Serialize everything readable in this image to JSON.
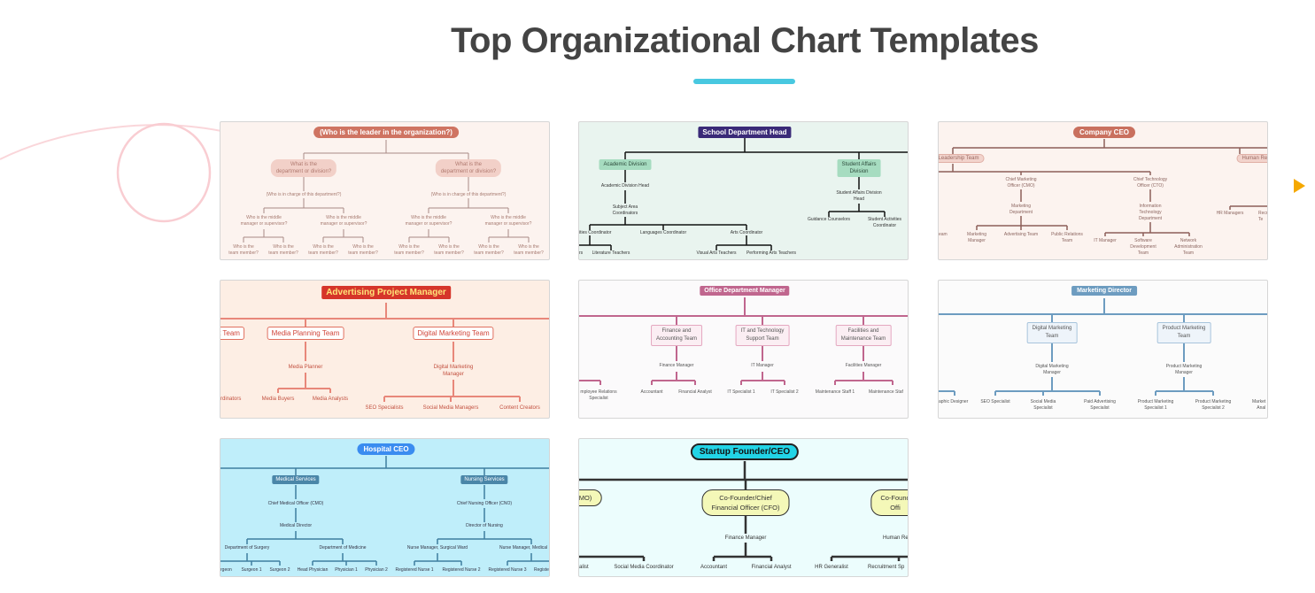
{
  "page": {
    "title": "Top Organizational Chart Templates"
  },
  "colors": {
    "accent": "#48c8e0",
    "arrow": "#f5a800"
  },
  "icons": {
    "next": "next-arrow-icon"
  },
  "cards": [
    {
      "root": "(Who is the leader in the organization?)",
      "items": [
        "What is the\ndepartment or division?",
        "What is the\ndepartment or division?",
        "(Who is in charge of this department?)",
        "(Who is in charge of this department?)",
        "Who is the middle\nmanager or supervisor?",
        "Who is the middle\nmanager or supervisor?",
        "Who is the middle\nmanager or supervisor?",
        "Who is the middle\nmanager or supervisor?",
        "Who is the\nteam member?",
        "Who is the\nteam member?",
        "Who is the\nteam member?",
        "Who is the\nteam member?",
        "Who is the\nteam member?",
        "Who is the\nteam member?",
        "Who is the\nteam member?",
        "Who is the\nteam member?"
      ]
    },
    {
      "root": "School Department Head",
      "items": [
        "Academic Division",
        "Student Affairs\nDivision",
        "Academic Division Head",
        "Subject Area\nCoordinators",
        "ities Coordinator",
        "Languages Coordinator",
        "Arts Coordinator",
        "rs",
        "Literature Teachers",
        "Visual Arts Teachers",
        "Performing Arts Teachers",
        "Student Affairs Division\nHead",
        "Guidance Counselors",
        "Student Activities\nCoordinator"
      ]
    },
    {
      "root": "Company CEO",
      "items": [
        "e Leadership Team",
        "Human Reso",
        "Chief Marketing\nOfficer (CMO)",
        "Marketing\nDepartment",
        "eam",
        "Marketing\nManager",
        "Advertising Team",
        "Public Relations\nTeam",
        "Chief Technology\nOfficer (CTO)",
        "Information\nTechnology\nDepartment",
        "IT Manager",
        "Software\nDevelopment\nTeam",
        "Network\nAdministration\nTeam",
        "HR Managers",
        "Recru\nTe"
      ]
    },
    {
      "root": "Advertising Project Manager",
      "items": [
        "t Team",
        "Media Planning Team",
        "Digital Marketing Team",
        "Media Planner",
        "rdinators",
        "Media Buyers",
        "Media Analysts",
        "Digital Marketing\nManager",
        "SEO Specialists",
        "Social Media Managers",
        "Content Creators"
      ]
    },
    {
      "root": "Office Department Manager",
      "items": [
        "Finance and\nAccounting Team",
        "IT and Technology\nSupport Team",
        "Facilities and\nMaintenance Team",
        "Finance Manager",
        "IT Manager",
        "Facilities Manager",
        "mployee Relations\nSpecialist",
        "Accountant",
        "Financial Analyst",
        "IT Specialist 1",
        "IT Specialist 2",
        "Maintenance Staff 1",
        "Maintenance Staf"
      ]
    },
    {
      "root": "Marketing Director",
      "items": [
        "Digital Marketing\nTeam",
        "Product Marketing\nTeam",
        "Digital Marketing\nManager",
        "Product Marketing\nManager",
        "aphic Designer",
        "SEO Specialist",
        "Social Media\nSpecialist",
        "Paid Advertising\nSpecialist",
        "Product Marketing\nSpecialist 1",
        "Product Marketing\nSpecialist 2",
        "Market\nAnal"
      ]
    },
    {
      "root": "Hospital CEO",
      "items": [
        "Medical Services",
        "Nursing Services",
        "Chief Medical Officer (CMO)",
        "Medical Director",
        "Department of Surgery",
        "Department of Medicine",
        "rgeon",
        "Surgeon 1",
        "Surgeon 2",
        "Head Physician",
        "Physician 1",
        "Physician 2",
        "Chief Nursing Officer (CNO)",
        "Director of Nursing",
        "Nurse Manager, Surgical Ward",
        "Nurse Manager, Medical",
        "Registered Nurse 1",
        "Registered Nurse 2",
        "Registered Nurse 3",
        "Registe"
      ]
    },
    {
      "root": "Startup Founder/CEO",
      "items": [
        "MO)",
        "Co-Founder/Chief\nFinancial Officer (CFO)",
        "Co-Found\nOffi",
        "Finance Manager",
        "alist",
        "Social Media Coordinator",
        "Accountant",
        "Financial Analyst",
        "Human Re",
        "HR Generalist",
        "Recruitment Sp"
      ]
    }
  ]
}
